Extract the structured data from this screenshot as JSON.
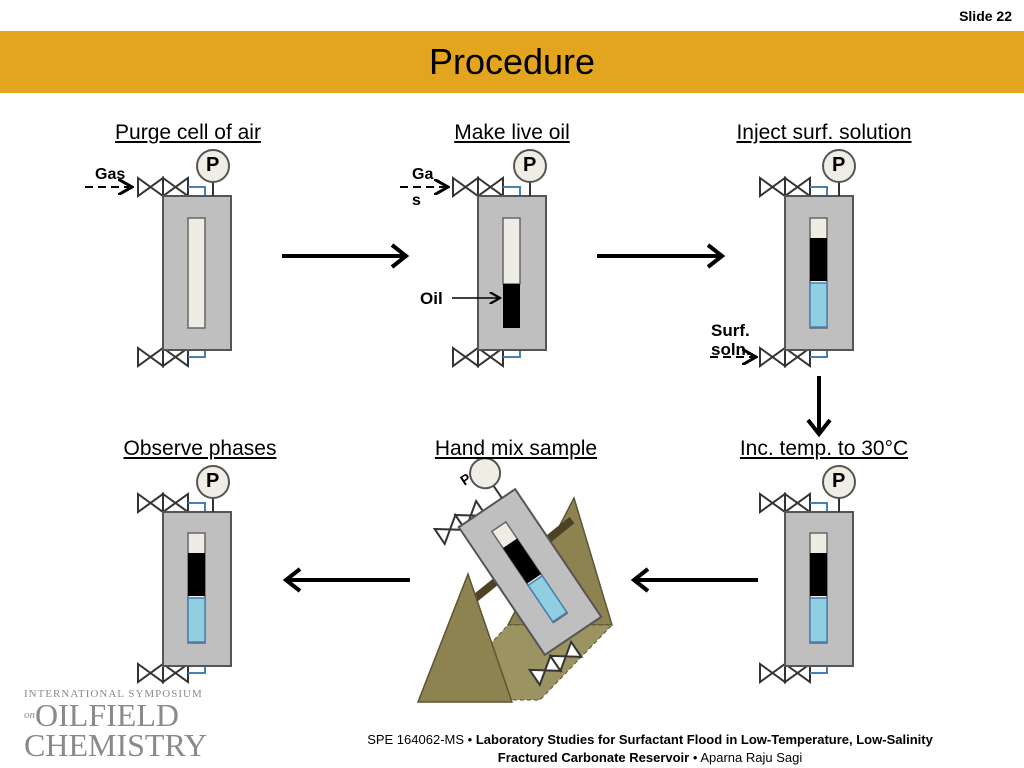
{
  "slide_number": "Slide 22",
  "title": "Procedure",
  "steps": {
    "purge": "Purge cell of air",
    "live_oil": "Make live oil",
    "inject": "Inject surf. solution",
    "temp": "Inc. temp. to 30°C",
    "mix": "Hand mix sample",
    "observe": "Observe phases"
  },
  "labels": {
    "gauge": "P",
    "gas": "Gas",
    "gas_wrapped_1": "Ga",
    "gas_wrapped_2": "s",
    "oil": "Oil",
    "surf_1": "Surf.",
    "surf_2": "soln."
  },
  "logo": {
    "line1": "INTERNATIONAL SYMPOSIUM",
    "on": "on",
    "line2": "OILFIELD",
    "line3": "CHEMISTRY"
  },
  "footer": {
    "paper_id": "SPE 164062-MS",
    "separator": "•",
    "paper_title_1": "Laboratory Studies for Surfactant Flood in Low-Temperature, Low-Salinity",
    "paper_title_2": "Fractured Carbonate Reservoir",
    "author": "Aparna Raju Sagi"
  },
  "colors": {
    "title_bar": "#e3a520",
    "cell_body": "#bfbfbf",
    "oil": "#000000",
    "surfactant_solution": "#8fcfe0",
    "gas_cap": "#efede3",
    "stand": "#8c8351"
  }
}
